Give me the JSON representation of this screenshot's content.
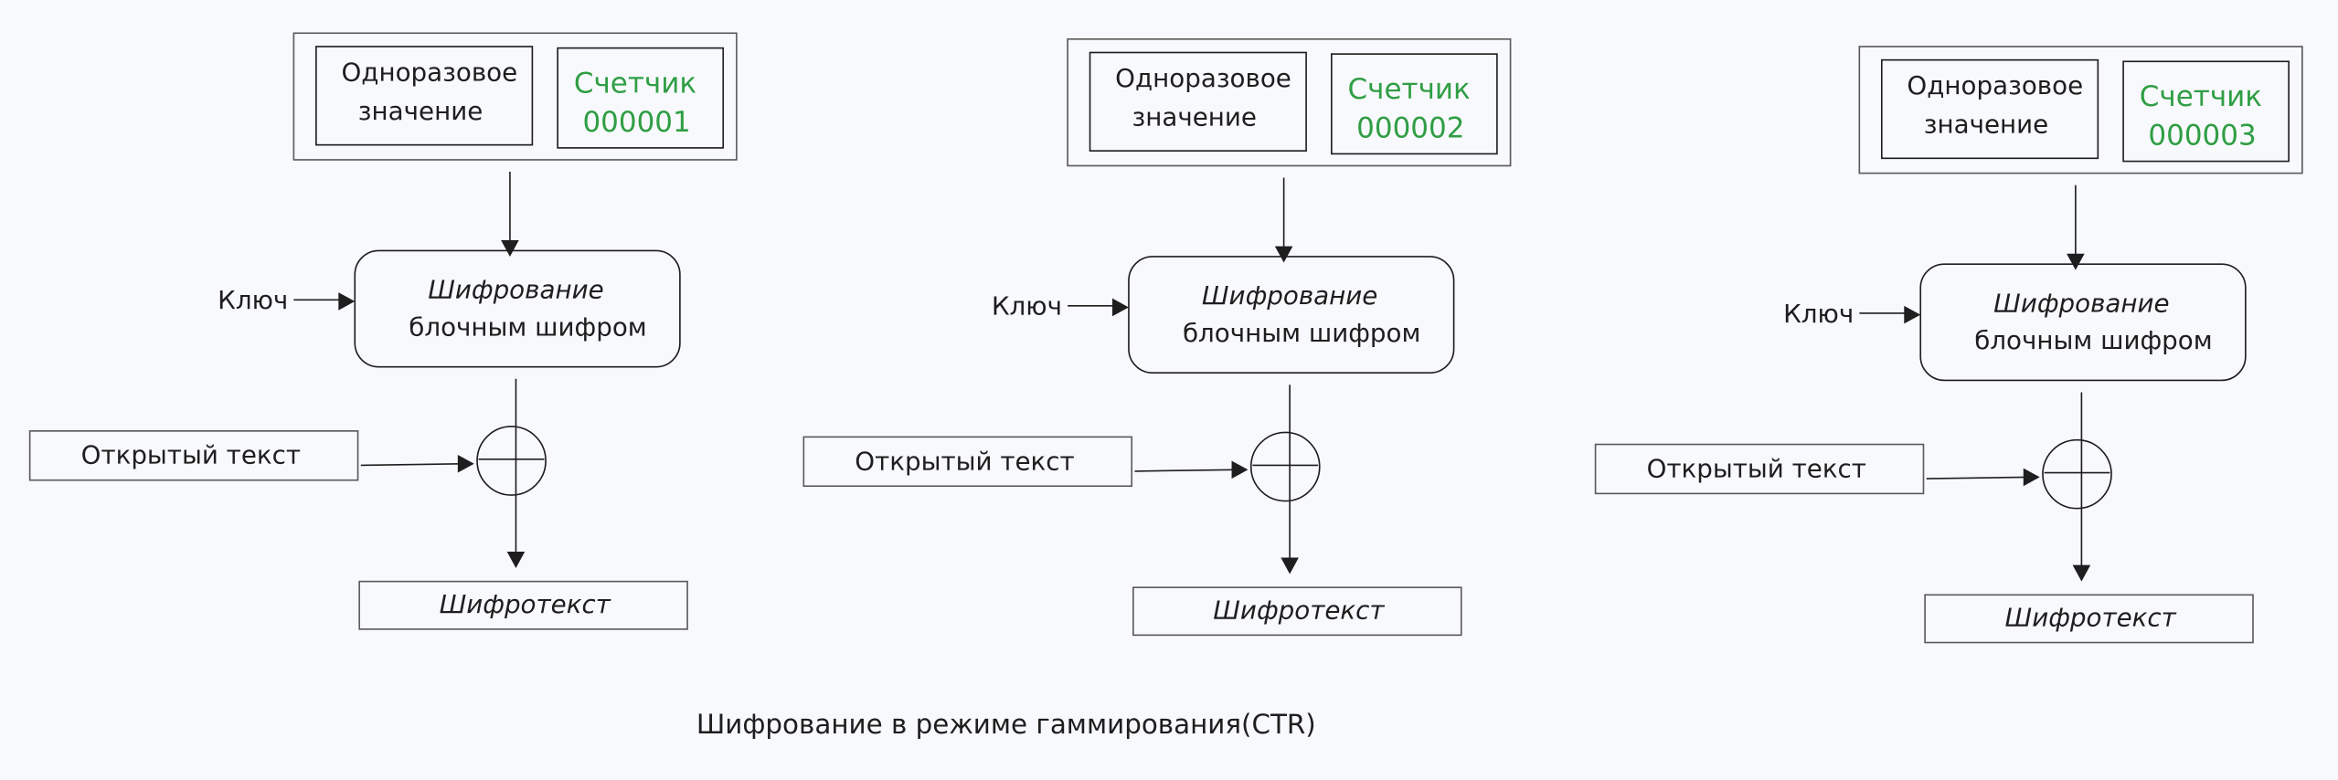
{
  "diagram": {
    "caption": "Шифрование в режиме гаммирования(CTR)",
    "colors": {
      "counter": "#2f9e44",
      "stroke": "#1e1e1e",
      "background": "#f8f9fc"
    },
    "blocks": [
      {
        "nonce_line1": "Одноразовое",
        "nonce_line2": "значение",
        "counter_label": "Счетчик",
        "counter_value": "000001",
        "key_label": "Ключ",
        "cipher_line1": "Шифрование",
        "cipher_line2": "блочным шифром",
        "plaintext": "Открытый текст",
        "ciphertext": "Шифротекст",
        "xor_icon": "xor-circle-icon"
      },
      {
        "nonce_line1": "Одноразовое",
        "nonce_line2": "значение",
        "counter_label": "Счетчик",
        "counter_value": "000002",
        "key_label": "Ключ",
        "cipher_line1": "Шифрование",
        "cipher_line2": "блочным шифром",
        "plaintext": "Открытый текст",
        "ciphertext": "Шифротекст",
        "xor_icon": "xor-circle-icon"
      },
      {
        "nonce_line1": "Одноразовое",
        "nonce_line2": "значение",
        "counter_label": "Счетчик",
        "counter_value": "000003",
        "key_label": "Ключ",
        "cipher_line1": "Шифрование",
        "cipher_line2": "блочным шифром",
        "plaintext": "Открытый текст",
        "ciphertext": "Шифротекст",
        "xor_icon": "xor-circle-icon"
      }
    ]
  }
}
